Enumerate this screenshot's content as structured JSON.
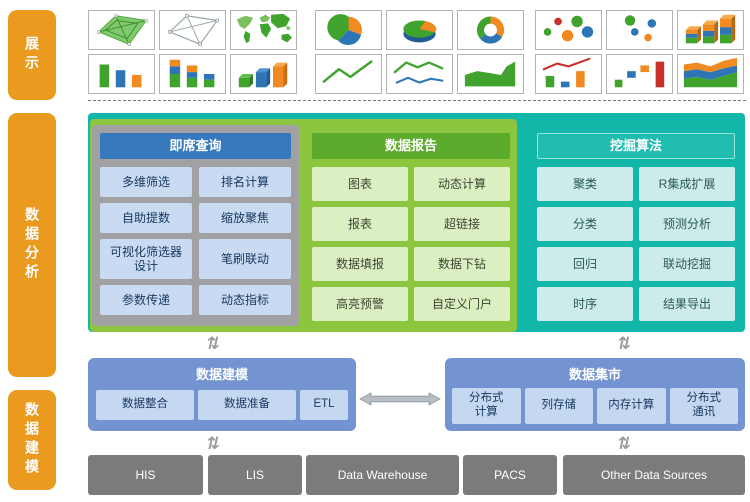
{
  "sidebar": {
    "sections": [
      {
        "label": "展示"
      },
      {
        "label": "数据分析"
      },
      {
        "label": "数据建模"
      }
    ]
  },
  "gallery": {
    "thumbnails": [
      "filled-radar",
      "wireframe-radar",
      "world-map",
      "bar-chart",
      "stacked-bar-chart",
      "3d-bar-chart",
      "pie-chart",
      "3d-pie-chart",
      "donut-chart",
      "line-chart",
      "multi-line-chart",
      "area-chart",
      "bubble-chart",
      "scatter-chart",
      "3d-stacked-bar-chart",
      "bar-line-combo-chart",
      "floating-bar-chart",
      "stacked-area-chart"
    ]
  },
  "analysis": {
    "adhoc": {
      "title": "即席查询",
      "items": [
        "多维筛选",
        "排名计算",
        "自助提数",
        "缩放聚焦",
        "可视化筛选器\n设计",
        "笔刷联动",
        "参数传递",
        "动态指标"
      ]
    },
    "report": {
      "title": "数据报告",
      "items": [
        "图表",
        "动态计算",
        "报表",
        "超链接",
        "数据填报",
        "数据下钻",
        "高亮预警",
        "自定义门户"
      ]
    },
    "mining": {
      "title": "挖掘算法",
      "items": [
        "聚类",
        "R集成扩展",
        "分类",
        "预测分析",
        "回归",
        "联动挖掘",
        "时序",
        "结果导出"
      ]
    }
  },
  "modeling": {
    "title": "数据建模",
    "items": [
      "数据整合",
      "数据准备",
      "ETL"
    ]
  },
  "mart": {
    "title": "数据集市",
    "items": [
      "分布式\n计算",
      "列存储",
      "内存计算",
      "分布式\n通讯"
    ]
  },
  "sources": {
    "items": [
      "HIS",
      "LIS",
      "Data Warehouse",
      "PACS",
      "Other Data Sources"
    ]
  },
  "colors": {
    "sidebar_orange": "#EA9A1F",
    "adhoc_header_blue": "#3879BE",
    "adhoc_panel_gray": "#A1A1A3",
    "report_panel_green": "#8CC63F",
    "report_header_green": "#5DAB2D",
    "mining_panel_teal": "#12B7AA",
    "model_panel_blue": "#7394D0",
    "source_box_gray": "#7B7B7B",
    "chart_green": "#3FA32E",
    "chart_blue": "#2E75B6",
    "chart_orange": "#F08A21",
    "chart_red": "#C9302C"
  }
}
